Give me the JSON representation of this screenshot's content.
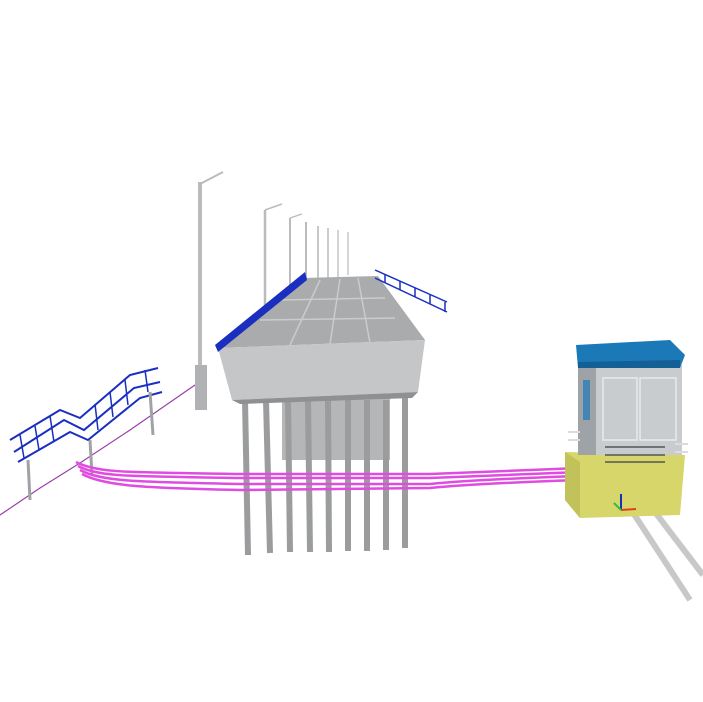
{
  "scene": {
    "objects": [
      "bridge-deck",
      "bridge-piles",
      "street-lamps",
      "pedestrian-stairs",
      "cable-bundle",
      "substation",
      "rails",
      "axis-gizmo"
    ]
  },
  "colors": {
    "background": "#ffffff",
    "deck_top": "#a9abad",
    "deck_side": "#c4c6c8",
    "railing": "#1a2fc0",
    "pile": "#9a9c9e",
    "cable": "#e04ce0",
    "substation_roof": "#1c79b8",
    "substation_body": "#c9cccf",
    "substation_base": "#d6d66a",
    "rail": "#c8c8c8",
    "stair": "#1a2fc0"
  }
}
